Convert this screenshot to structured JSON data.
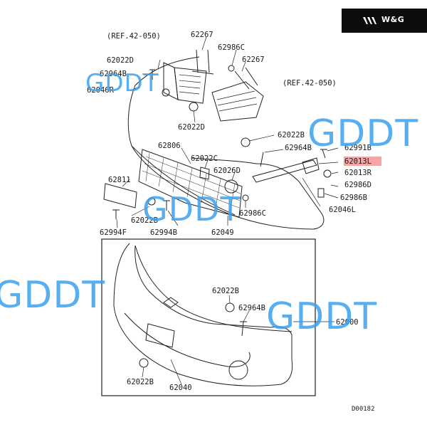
{
  "brand": {
    "name": "W&G",
    "icon": "arrow-chevrons-icon",
    "color": "#0d0d0d"
  },
  "watermarks": [
    "GDDT",
    "GDDT",
    "GDDT",
    "GDDT",
    "GDDT"
  ],
  "references": [
    "(REF.42-050)",
    "(REF.42-050)"
  ],
  "upper_diagram": {
    "part_labels": {
      "p62267_a": "62267",
      "p62986C_a": "62986C",
      "p62022D_a": "62022D",
      "p62267_b": "62267",
      "p62964B_a": "62964B",
      "p62046R": "62046R",
      "p62022D_b": "62022D",
      "p62022B_a": "62022B",
      "p62806": "62806",
      "p62964B_b": "62964B",
      "p62022C": "62022C",
      "p62026D": "62026D",
      "p62991B": "62991B",
      "p62013L": "62013L",
      "p62013R": "62013R",
      "p62986D": "62986D",
      "p62986B": "62986B",
      "p62046L": "62046L",
      "p62811": "62811",
      "p62986C_b": "62986C",
      "p62022B_b": "62022B",
      "p62994F": "62994F",
      "p62994B": "62994B",
      "p62049": "62049"
    },
    "highlighted_part": "62013L",
    "highlight_color": "#f4a6a6"
  },
  "lower_diagram": {
    "part_labels": {
      "p62022B_c": "62022B",
      "p62964B_c": "62964B",
      "p62000": "62000",
      "p62022B_d": "62022B",
      "p62040": "62040"
    }
  },
  "diagram_code": "D00182"
}
